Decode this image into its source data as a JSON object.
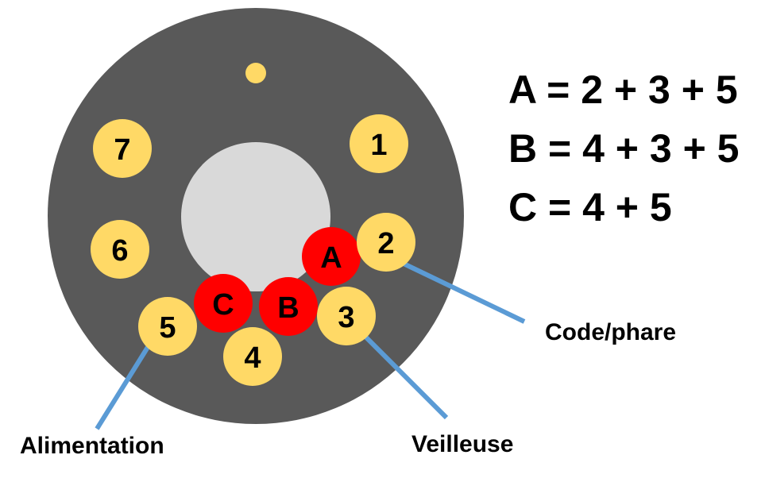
{
  "pins": [
    {
      "id": "1",
      "label": "1"
    },
    {
      "id": "2",
      "label": "2"
    },
    {
      "id": "3",
      "label": "3"
    },
    {
      "id": "4",
      "label": "4"
    },
    {
      "id": "5",
      "label": "5"
    },
    {
      "id": "6",
      "label": "6"
    },
    {
      "id": "7",
      "label": "7"
    }
  ],
  "contacts": [
    {
      "id": "A",
      "label": "A"
    },
    {
      "id": "B",
      "label": "B"
    },
    {
      "id": "C",
      "label": "C"
    }
  ],
  "equations": [
    "A = 2 + 3 + 5",
    "B = 4 + 3 + 5",
    "C = 4 + 5"
  ],
  "callouts": {
    "code_phare": "Code/phare",
    "veilleuse": "Veilleuse",
    "alimentation": "Alimentation"
  },
  "colors": {
    "body": "#595959",
    "center": "#d9d9d9",
    "pin": "#ffd966",
    "contact": "#ff0000",
    "leader": "#5b9bd5"
  }
}
